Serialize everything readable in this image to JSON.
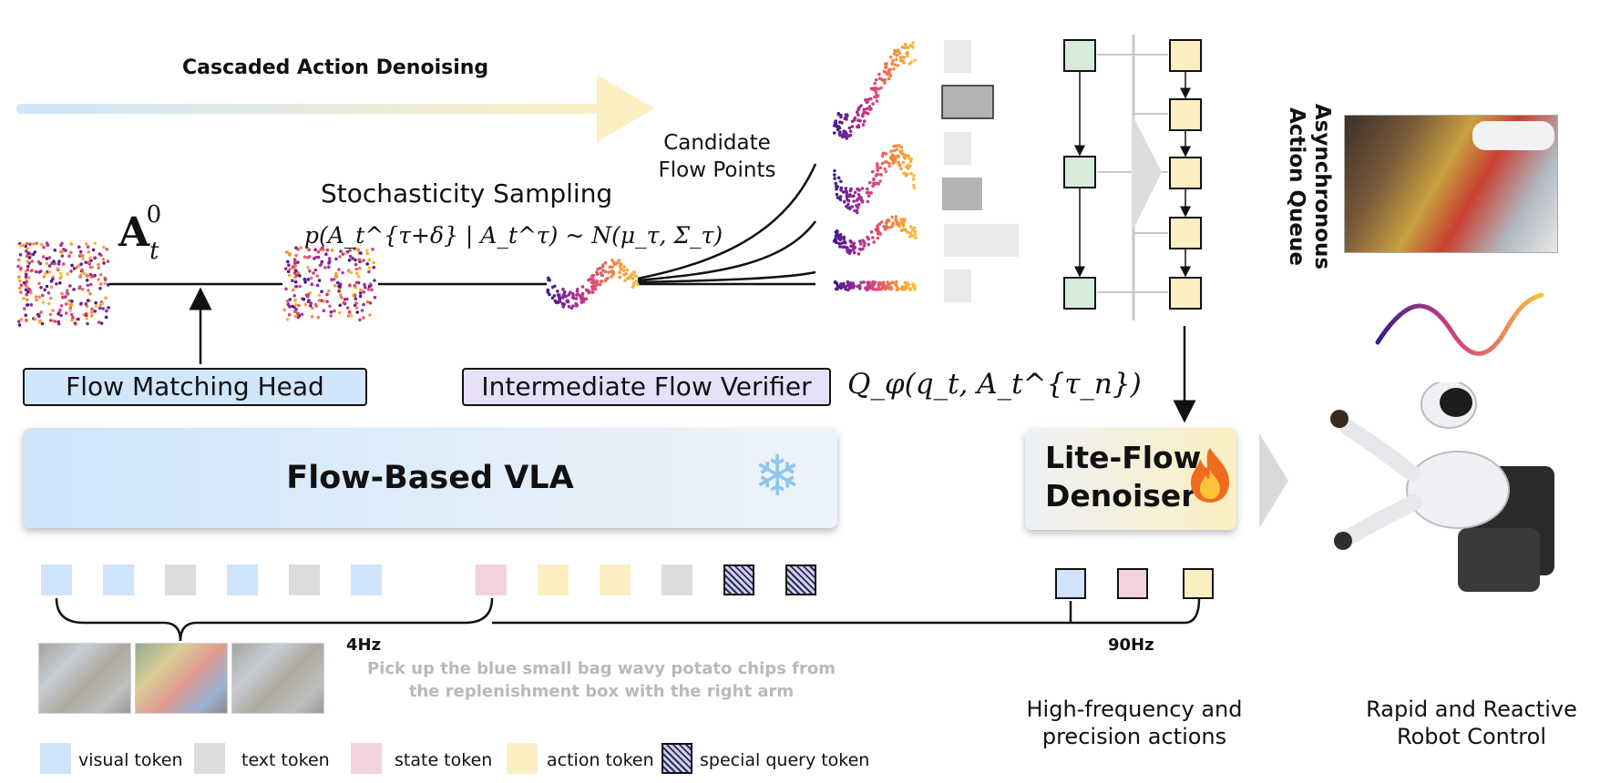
{
  "headline": "Cascaded Action Denoising",
  "stages": {
    "symbol_a": "A",
    "symbol_a_sub": "t",
    "symbol_a_sup": "0",
    "stochasticity_label": "Stochasticity Sampling",
    "stochasticity_formula": "p(A_t^{τ+δ} | A_t^τ) ~ N(μ_τ, Σ_τ)",
    "candidate_label_line1": "Candidate",
    "candidate_label_line2": "Flow Points"
  },
  "boxes": {
    "flow_head": "Flow Matching Head",
    "verifier": "Intermediate Flow Verifier",
    "verifier_formula": "Q_φ(q_t, A_t^{τ_n})",
    "vla": "Flow-Based VLA",
    "vla_icon": "snowflake-icon",
    "denoiser_line1": "Lite-Flow",
    "denoiser_line2": "Denoiser",
    "denoiser_icon": "fire-icon"
  },
  "queue": {
    "title_line1": "Asynchronous",
    "title_line2": "Action Queue"
  },
  "frequencies": {
    "low": "4Hz",
    "high": "90Hz"
  },
  "instruction_line1": "Pick up the blue small bag wavy potato chips from",
  "instruction_line2": "the replenishment box with the right arm",
  "captions": {
    "precision_line1": "High-frequency and",
    "precision_line2": "precision actions",
    "control_line1": "Rapid and Reactive",
    "control_line2": "Robot Control"
  },
  "legend": [
    {
      "label": "visual token",
      "color": "#cfe4fa"
    },
    {
      "label": "text token",
      "color": "#dcdcdc"
    },
    {
      "label": "state token",
      "color": "#f2d3dc"
    },
    {
      "label": "action token",
      "color": "#fcefc2"
    },
    {
      "label": "special query token",
      "color": "hatched"
    }
  ],
  "colors": {
    "visual": "#cfe4fa",
    "text": "#dcdcdc",
    "state": "#f2d3dc",
    "action": "#fcefc2",
    "queue_green": "#d6ecd8",
    "verifier_purple": "#e6e0fb",
    "head_blue": "#cfe6fb"
  }
}
